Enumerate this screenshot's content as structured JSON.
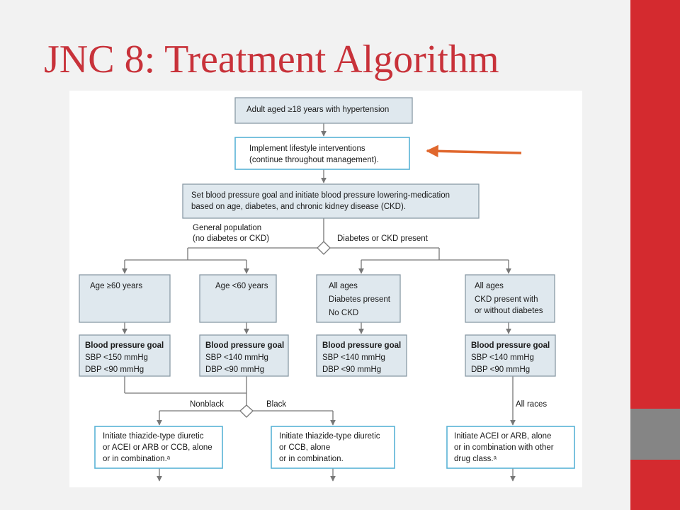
{
  "slide": {
    "title": "JNC 8: Treatment Algorithm",
    "accent_color": "#c8323a",
    "sidebar_colors": [
      "#d42a2f",
      "#858585"
    ],
    "arrow_color": "#e0672d"
  },
  "flowchart": {
    "start": "Adult aged ≥18 years with hypertension",
    "lifestyle": [
      "Implement lifestyle interventions",
      "(continue throughout management)."
    ],
    "goal_setting": [
      "Set blood pressure goal and initiate blood pressure lowering-medication",
      "based on age, diabetes, and chronic kidney disease (CKD)."
    ],
    "branch_general": [
      "General population",
      "(no diabetes or CKD)"
    ],
    "branch_dm_ckd": "Diabetes or CKD present",
    "groups": [
      {
        "lines": [
          "Age ≥60 years"
        ],
        "goal_title": "Blood pressure goal",
        "sbp": "SBP <150 mmHg",
        "dbp": "DBP <90 mmHg"
      },
      {
        "lines": [
          "Age <60 years"
        ],
        "goal_title": "Blood pressure goal",
        "sbp": "SBP <140 mmHg",
        "dbp": "DBP <90 mmHg"
      },
      {
        "lines": [
          "All ages",
          "Diabetes present",
          "No CKD"
        ],
        "goal_title": "Blood pressure goal",
        "sbp": "SBP <140 mmHg",
        "dbp": "DBP <90 mmHg"
      },
      {
        "lines": [
          "All ages",
          "CKD present with",
          "or without diabetes"
        ],
        "goal_title": "Blood pressure goal",
        "sbp": "SBP <140 mmHg",
        "dbp": "DBP <90 mmHg"
      }
    ],
    "race_nonblack": "Nonblack",
    "race_black": "Black",
    "all_races": "All races",
    "treatments": [
      [
        "Initiate thiazide-type diuretic",
        "or ACEI or ARB or CCB, alone",
        "or in combination.ᵃ"
      ],
      [
        "Initiate thiazide-type diuretic",
        "or CCB, alone",
        "or in combination."
      ],
      [
        "Initiate ACEI or ARB, alone",
        "or in combination with other",
        "drug class.ᵃ"
      ]
    ]
  }
}
